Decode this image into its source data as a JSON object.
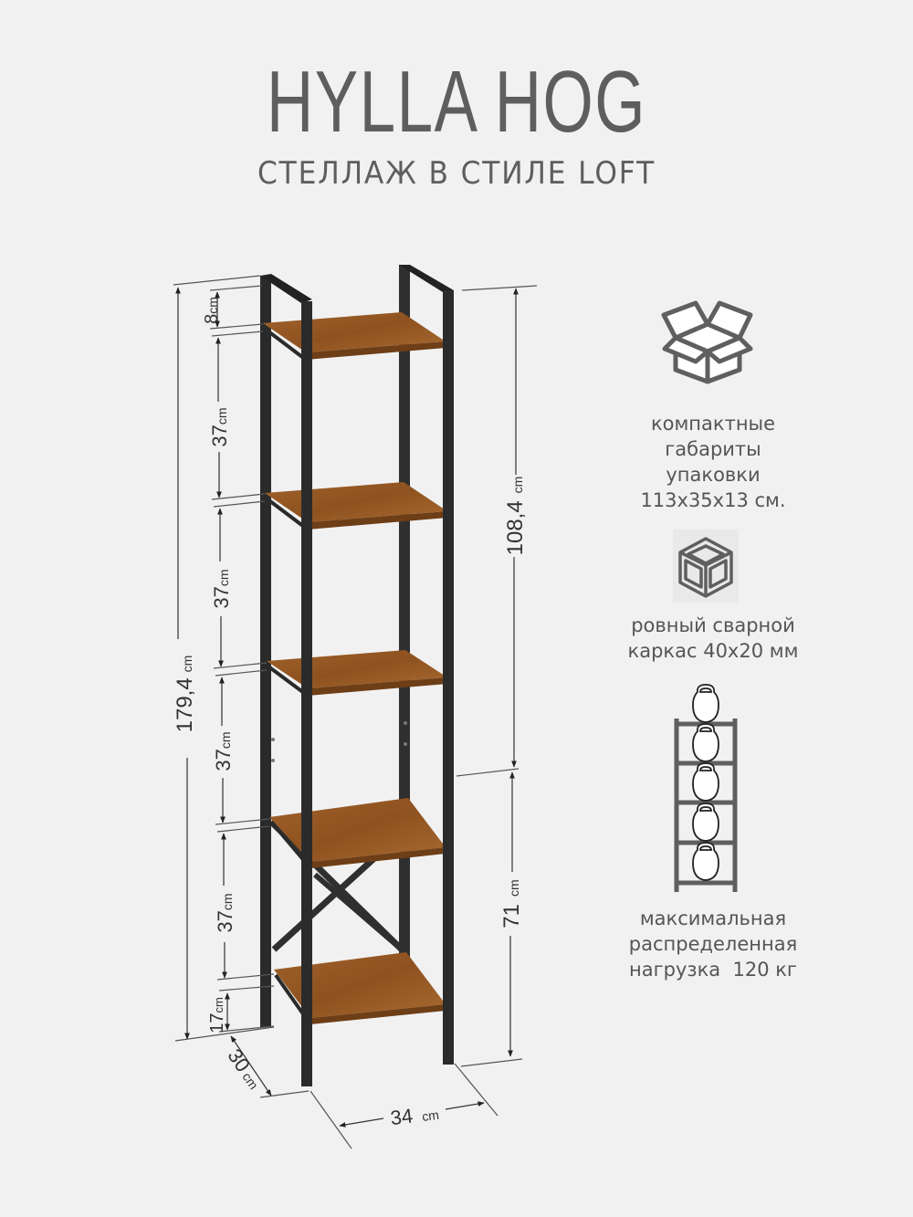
{
  "header": {
    "title": "HYLLA HOG",
    "subtitle": "СТЕЛЛАЖ В СТИЛЕ LOFT"
  },
  "dimensions": {
    "total_height": {
      "value": "179,4",
      "unit": "cm"
    },
    "top_gap": {
      "value": "8",
      "unit": "cm"
    },
    "shelf_gaps": [
      {
        "value": "37",
        "unit": "cm"
      },
      {
        "value": "37",
        "unit": "cm"
      },
      {
        "value": "37",
        "unit": "cm"
      },
      {
        "value": "37",
        "unit": "cm"
      }
    ],
    "bottom_gap": {
      "value": "17",
      "unit": "cm"
    },
    "upper_right": {
      "value": "108,4",
      "unit": "cm"
    },
    "lower_right": {
      "value": "71",
      "unit": "cm"
    },
    "depth": {
      "value": "30",
      "unit": "cm"
    },
    "width": {
      "value": "34",
      "unit": "cm"
    }
  },
  "features": [
    {
      "icon": "open-box-icon",
      "lines": [
        "компактные",
        "габариты",
        "упаковки",
        "113х35х13 см."
      ]
    },
    {
      "icon": "welded-frame-cube-icon",
      "lines": [
        "ровный сварной",
        "каркас 40х20 мм"
      ]
    },
    {
      "icon": "kettlebell-shelf-icon",
      "lines": [
        "максимальная",
        "распределенная",
        "нагрузка  120 кг"
      ]
    }
  ],
  "colors": {
    "background": "#f1f1f1",
    "text": "#5e5e5e",
    "frame": "#2b2b2b",
    "wood": "#9a5a22",
    "icon": "#5f5f5f"
  }
}
